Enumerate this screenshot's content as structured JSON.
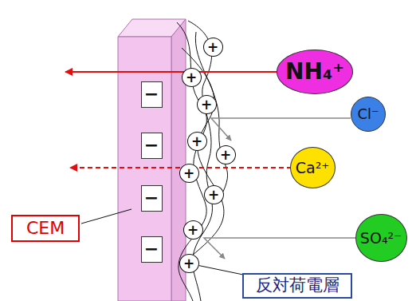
{
  "diagram": {
    "nodes": [
      {
        "text": [
          "+"
        ]
      },
      {
        "text": [
          "+"
        ]
      },
      {
        "text": [
          "+"
        ]
      },
      {
        "text": [
          "+"
        ]
      },
      {
        "text": [
          "+"
        ]
      },
      {
        "text": [
          "+"
        ]
      },
      {
        "text": [
          "+"
        ]
      },
      {
        "text": [
          "+"
        ]
      },
      {
        "text": [
          "+"
        ]
      },
      {
        "text": [
          "−"
        ]
      },
      {
        "text": [
          "−"
        ]
      },
      {
        "text": [
          "−"
        ]
      },
      {
        "text": [
          "−"
        ]
      },
      {
        "text": [
          "NH₄⁺"
        ]
      },
      {
        "text": [
          "Cl⁻"
        ]
      },
      {
        "text": [
          "Ca²⁺"
        ]
      },
      {
        "text": [
          "SO₄²⁻"
        ]
      },
      {
        "text": [
          "CEM"
        ]
      },
      {
        "text": [
          "反対荷電層"
        ]
      }
    ],
    "edges": [
      {
        "from": 18,
        "to": 8,
        "arrow": "none"
      }
    ]
  }
}
